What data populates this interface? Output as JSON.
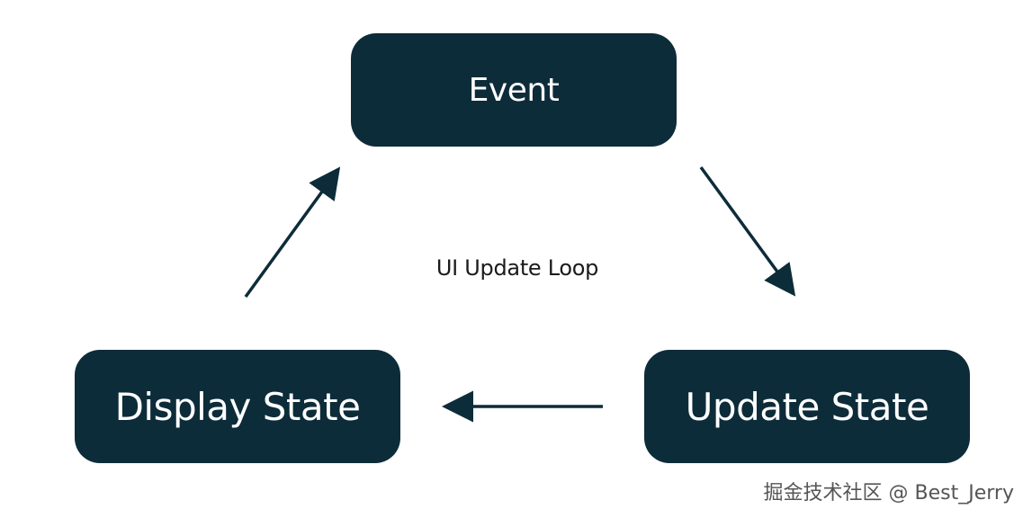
{
  "diagram": {
    "nodes": {
      "event": "Event",
      "update_state": "Update State",
      "display_state": "Display State"
    },
    "center_label": "UI Update Loop",
    "edges": [
      {
        "from": "event",
        "to": "update_state"
      },
      {
        "from": "update_state",
        "to": "display_state"
      },
      {
        "from": "display_state",
        "to": "event"
      }
    ],
    "colors": {
      "node_fill": "#0d2c39",
      "node_text": "#ffffff",
      "arrow": "#0d2c39"
    }
  },
  "watermark": "掘金技术社区 @ Best_Jerry"
}
